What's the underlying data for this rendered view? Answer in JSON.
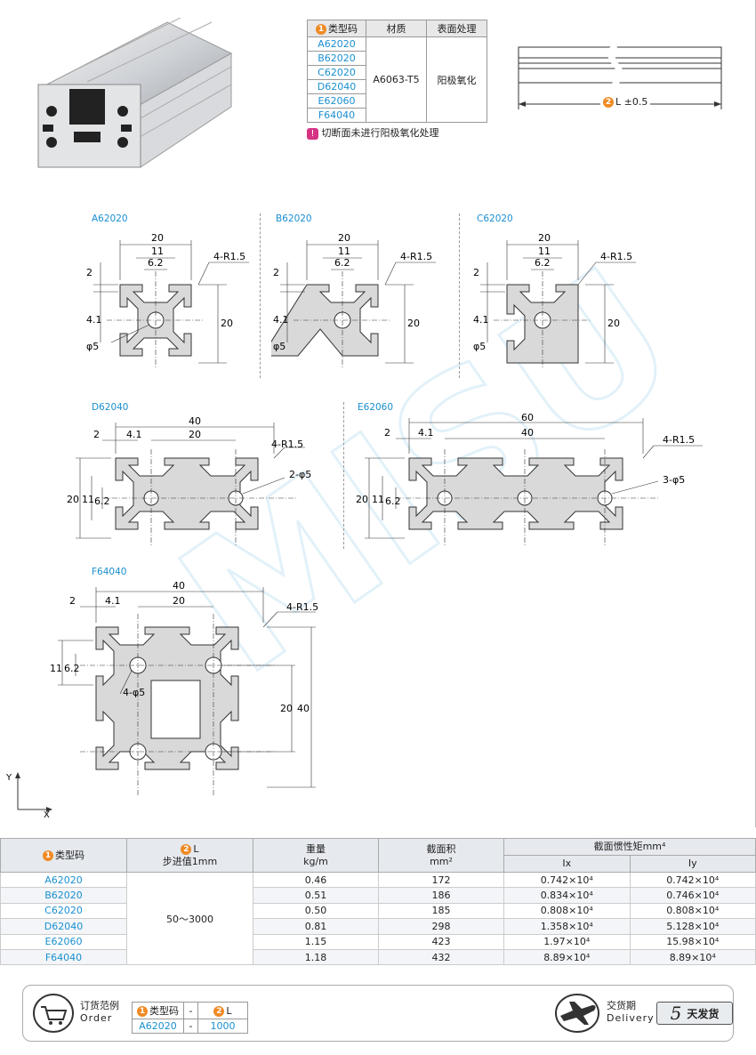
{
  "spec_table": {
    "headers": {
      "type_code": "类型码",
      "material": "材质",
      "surface": "表面处理"
    },
    "codes": [
      "A62020",
      "B62020",
      "C62020",
      "D62040",
      "E62060",
      "F64040"
    ],
    "material": "A6063-T5",
    "surface": "阳极氧化",
    "note": "切断面未进行阳极氧化处理",
    "note_mark": "!"
  },
  "length_label": "L ±0.5",
  "num1": "1",
  "num2": "2",
  "profiles": {
    "a": {
      "name": "A62020",
      "w": "20",
      "slot": "11",
      "s": "6.2",
      "t": "2",
      "d": "4.1",
      "r": "4-R1.5",
      "h": "20",
      "hole": "φ5"
    },
    "b": {
      "name": "B62020",
      "w": "20",
      "slot": "11",
      "s": "6.2",
      "t": "2",
      "d": "4.1",
      "r": "4-R1.5",
      "h": "20",
      "hole": "φ5"
    },
    "c": {
      "name": "C62020",
      "w": "20",
      "slot": "11",
      "s": "6.2",
      "t": "2",
      "d": "4.1",
      "r": "4-R1.5",
      "h": "20",
      "hole": "φ5"
    },
    "d": {
      "name": "D62040",
      "t": "2",
      "d": "4.1",
      "w": "20",
      "total": "40",
      "r": "4-R1.5",
      "h": "20",
      "slot": "11",
      "s": "6.2",
      "hole": "2-φ5"
    },
    "e": {
      "name": "E62060",
      "t": "2",
      "d": "4.1",
      "w": "40",
      "total": "60",
      "r": "4-R1.5",
      "h": "20",
      "slot": "11",
      "s": "6.2",
      "hole": "3-φ5"
    },
    "f": {
      "name": "F64040",
      "total": "40",
      "t": "2",
      "d": "4.1",
      "w": "20",
      "r": "4-R1.5",
      "slot": "11",
      "s": "6.2",
      "hole": "4-φ5",
      "h": "20",
      "h2": "40"
    }
  },
  "axes": {
    "y": "Y",
    "x": "X"
  },
  "big_table": {
    "headers": {
      "type_code": "类型码",
      "l": "L",
      "step": "步进值1mm",
      "weight": "重量",
      "weight_unit": "kg/m",
      "area": "截面积",
      "area_unit": "mm²",
      "inertia": "截面惯性矩mm⁴",
      "ix": "Ix",
      "iy": "Iy"
    },
    "l_range": "50～3000",
    "rows": [
      {
        "code": "A62020",
        "weight": "0.46",
        "area": "172",
        "ix": "0.742×10⁴",
        "iy": "0.742×10⁴"
      },
      {
        "code": "B62020",
        "weight": "0.51",
        "area": "186",
        "ix": "0.834×10⁴",
        "iy": "0.746×10⁴"
      },
      {
        "code": "C62020",
        "weight": "0.50",
        "area": "185",
        "ix": "0.808×10⁴",
        "iy": "0.808×10⁴"
      },
      {
        "code": "D62040",
        "weight": "0.81",
        "area": "298",
        "ix": "1.358×10⁴",
        "iy": "5.128×10⁴"
      },
      {
        "code": "E62060",
        "weight": "1.15",
        "area": "423",
        "ix": "1.97×10⁴",
        "iy": "15.98×10⁴"
      },
      {
        "code": "F64040",
        "weight": "1.18",
        "area": "432",
        "ix": "8.89×10⁴",
        "iy": "8.89×10⁴"
      }
    ]
  },
  "order": {
    "label": "订货范例",
    "label_en": "Order",
    "h_code": "类型码",
    "h_dash": "-",
    "h_l": "L",
    "code": "A62020",
    "dash": "-",
    "l": "1000"
  },
  "delivery": {
    "label": "交货期",
    "label_en": "Delivery",
    "days": "5",
    "unit": "天发货"
  }
}
